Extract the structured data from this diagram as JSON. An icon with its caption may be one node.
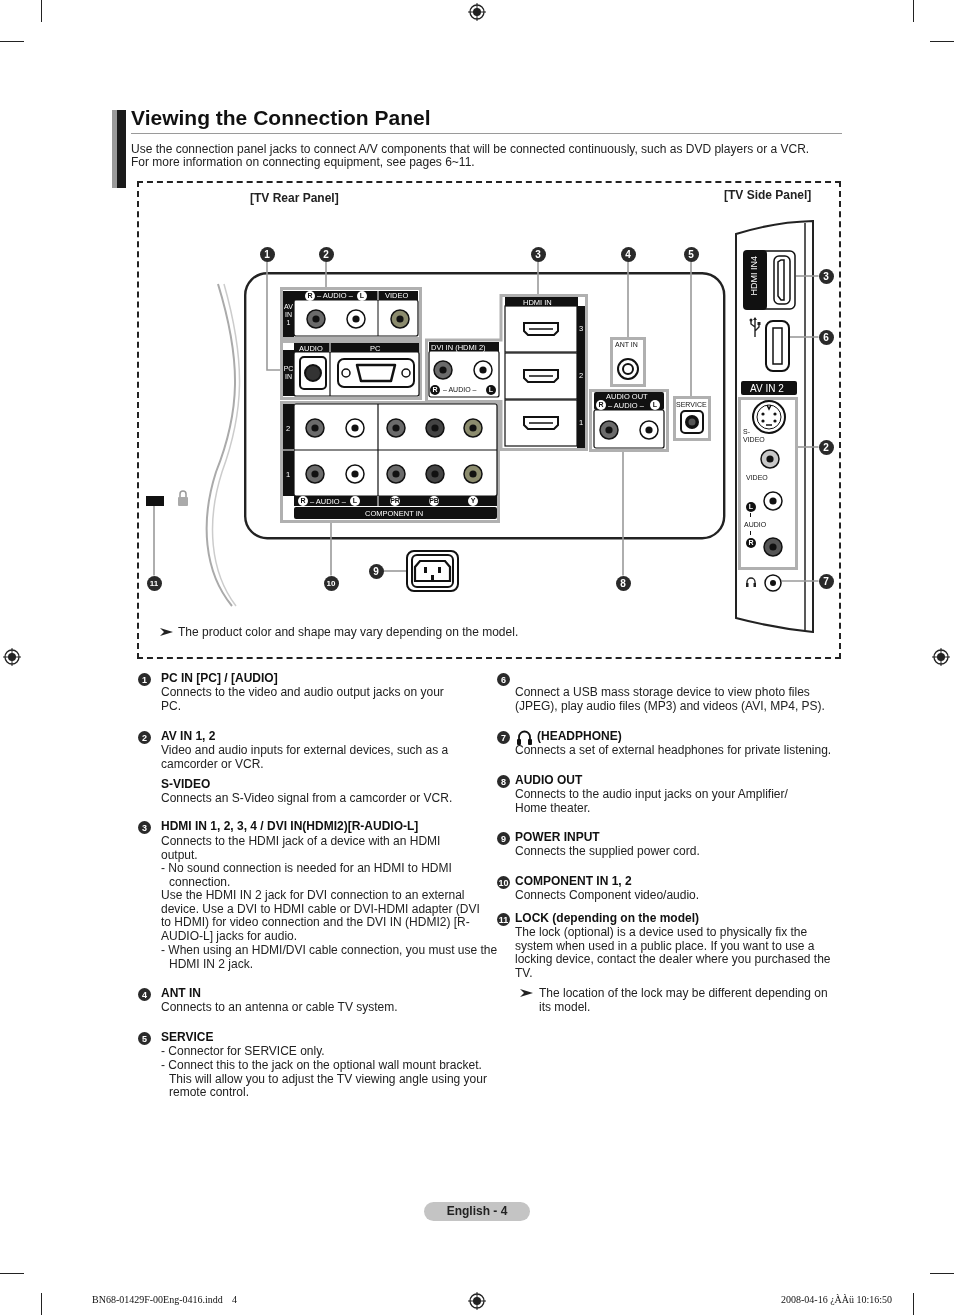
{
  "diagram": {
    "title": "Viewing the Connection Panel",
    "nodes": [
      {
        "text": [
          "1"
        ]
      },
      {
        "text": [
          "2"
        ]
      },
      {
        "text": [
          "3"
        ]
      },
      {
        "text": [
          "4"
        ]
      },
      {
        "text": [
          "5"
        ]
      },
      {
        "text": [
          "3"
        ]
      },
      {
        "text": [
          "6"
        ]
      },
      {
        "text": [
          "2"
        ]
      },
      {
        "text": [
          "7"
        ]
      },
      {
        "text": [
          "11"
        ]
      },
      {
        "text": [
          "10"
        ]
      },
      {
        "text": [
          "9"
        ]
      },
      {
        "text": [
          "8"
        ]
      },
      {
        "text": [
          "AV IN 1",
          "R",
          "– AUDIO –",
          "L",
          "VIDEO"
        ]
      },
      {
        "text": [
          "PC IN",
          "AUDIO",
          "PC"
        ]
      },
      {
        "text": [
          "HDMI IN",
          "3",
          "2",
          "1",
          "DVI IN (HDMI 2)",
          "R",
          "– AUDIO –",
          "L"
        ]
      },
      {
        "text": [
          "ANT IN"
        ]
      },
      {
        "text": [
          "SERVICE"
        ]
      },
      {
        "text": [
          "AUDIO OUT",
          "R",
          "– AUDIO –",
          "L"
        ]
      },
      {
        "text": [
          "2",
          "1",
          "R",
          "– AUDIO –",
          "L",
          "PR",
          "PB",
          "Y",
          "COMPONENT IN"
        ]
      },
      {
        "text": [],
        "shape": "box"
      },
      {
        "text": [],
        "shape": "bar"
      },
      {
        "text": [
          "HDMI IN4"
        ]
      },
      {
        "text": [],
        "shape": "box"
      },
      {
        "text": [
          "AV IN 2",
          "S- VIDEO",
          "VIDEO",
          "L",
          "AUDIO",
          "R"
        ]
      },
      {
        "text": [],
        "shape": "circle"
      }
    ],
    "edges": [
      {
        "from": 0,
        "to": 14,
        "arrow": "none"
      },
      {
        "from": 1,
        "to": 13,
        "arrow": "none"
      },
      {
        "from": 2,
        "to": 15,
        "arrow": "none"
      },
      {
        "from": 3,
        "to": 16,
        "arrow": "none"
      },
      {
        "from": 4,
        "to": 17,
        "arrow": "none"
      },
      {
        "from": 5,
        "to": 22,
        "arrow": "none"
      },
      {
        "from": 6,
        "to": 23,
        "arrow": "none"
      },
      {
        "from": 7,
        "to": 24,
        "arrow": "none"
      },
      {
        "from": 8,
        "to": 25,
        "arrow": "none"
      },
      {
        "from": 9,
        "to": 21,
        "arrow": "none"
      },
      {
        "from": 10,
        "to": 19,
        "arrow": "none"
      },
      {
        "from": 11,
        "to": 20,
        "arrow": "none"
      },
      {
        "from": 12,
        "to": 18,
        "arrow": "none"
      }
    ],
    "labels": [
      "Use the connection panel jacks to connect A/V components that will be connected continuously, such as DVD players or a VCR.",
      "For more information on connecting equipment, see pages 6~11.",
      "[TV Rear Panel]",
      "[TV Side Panel]",
      "The product color and shape may vary depending on the model.",
      "1",
      "PC IN [PC] / [AUDIO]",
      "Connects to the video and audio output jacks on your PC.",
      "2",
      "AV IN 1, 2",
      "Video and audio inputs for external devices, such as a camcorder or VCR.",
      "S-VIDEO",
      "Connects an S-Video signal from a camcorder or VCR.",
      "3",
      "HDMI IN 1, 2, 3, 4 / DVI IN(HDMI2)[R-AUDIO-L]",
      "Connects to the HDMI jack of a device with an HDMI output.",
      "- No sound connection is needed for an HDMI to HDMI connection.",
      "Use the HDMI IN 2 jack for DVI connection to an external device. Use a DVI to HDMI cable or DVI-HDMI adapter (DVI to HDMI) for video connection and the DVI IN (HDMI2) [R-AUDIO-L] jacks for audio.",
      "- When using an HDMI/DVI cable connection, you must use the HDMI IN 2 jack.",
      "4",
      "ANT IN",
      "Connects to an antenna or cable TV system.",
      "5",
      "SERVICE",
      "- Connector for SERVICE only.",
      "- Connect this to the jack on the optional wall mount bracket. This will allow you to adjust the TV viewing angle using your remote control.",
      "6",
      "Connect a USB mass storage device to view photo files (JPEG), play audio files (MP3) and videos (AVI, MP4, PS).",
      "7",
      "(HEADPHONE)",
      "Connects a set of external headphones for private listening.",
      "8",
      "AUDIO OUT",
      "Connects to the audio input jacks on your Amplifier/ Home theater.",
      "9",
      "POWER INPUT",
      "Connects the supplied power cord.",
      "10",
      "COMPONENT IN 1, 2",
      "Connects Component video/audio.",
      "11",
      "LOCK (depending on the model)",
      "The lock (optional) is a device used to physically fix the system when used in a public place. If you want to use a locking device, contact the dealer where you purchased the TV.",
      "The location of the lock may be different depending on its model.",
      "English - 4",
      "BN68-01429F-00Eng-0416.indd",
      "4",
      "2008-04-16 ¿ÀÀü 10:16:50"
    ]
  }
}
